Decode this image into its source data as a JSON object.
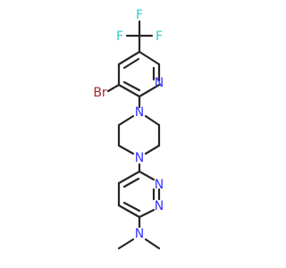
{
  "molecule": {
    "atoms": {
      "f_top": "F",
      "f_left": "F",
      "f_right": "F",
      "br": "Br",
      "n_pyridine": "N",
      "n_pip_top": "N",
      "n_pip_bottom": "N",
      "n_pyridazine_1": "N",
      "n_pyridazine_2": "N",
      "n_amine": "N"
    },
    "colors": {
      "bond": "#262626",
      "nitrogen": "#3333ff",
      "fluorine": "#33cccc",
      "bromine": "#a62929"
    }
  }
}
